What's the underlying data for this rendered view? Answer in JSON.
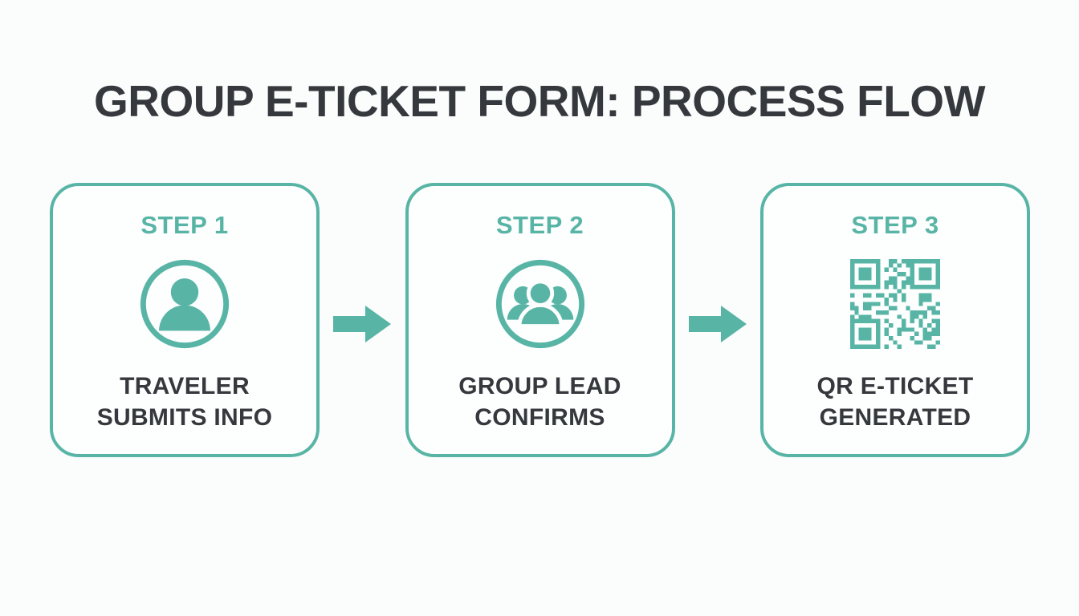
{
  "title": "GROUP E-TICKET FORM: PROCESS FLOW",
  "colors": {
    "teal": "#58b5a6",
    "dark": "#35393d",
    "background": "#fbfcfc",
    "card_background": "#fdfefe"
  },
  "connector_icon": "arrow-right-icon",
  "steps": [
    {
      "label": "STEP 1",
      "icon": "person-icon",
      "caption_line1": "TRAVELER",
      "caption_line2": "SUBMITS INFO"
    },
    {
      "label": "STEP 2",
      "icon": "group-icon",
      "caption_line1": "GROUP LEAD",
      "caption_line2": "CONFIRMS"
    },
    {
      "label": "STEP 3",
      "icon": "qr-code-icon",
      "caption_line1": "QR E-TICKET",
      "caption_line2": "GENERATED"
    }
  ]
}
